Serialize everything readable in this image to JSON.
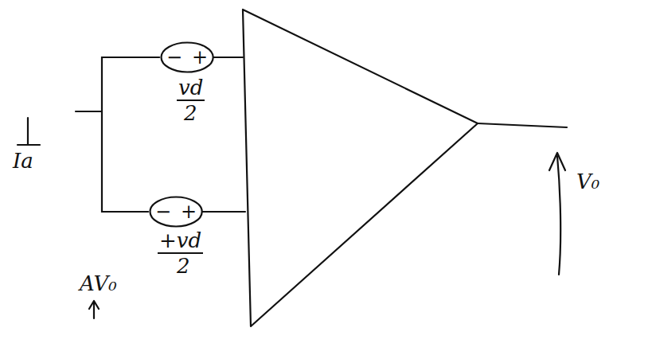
{
  "diagram": {
    "nodes": [
      {
        "text": [
          "−",
          "+"
        ]
      },
      {
        "text": [
          "−",
          "+"
        ]
      }
    ],
    "edges": [
      {
        "from": 0,
        "to": 1,
        "arrow": "none"
      }
    ],
    "labels": [
      "vd",
      "2",
      "+vd",
      "2",
      "AV₀",
      "Ia",
      "V₀"
    ]
  }
}
